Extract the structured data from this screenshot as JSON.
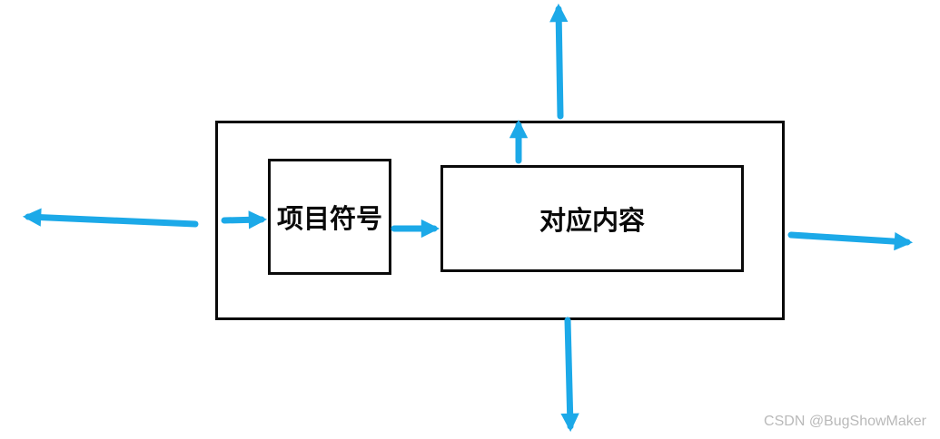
{
  "diagram": {
    "boxes": {
      "bullet": {
        "label": "项目符号"
      },
      "content": {
        "label": "对应内容"
      }
    },
    "arrows": [
      {
        "name": "arrow-left-outward",
        "direction": "left"
      },
      {
        "name": "arrow-into-bullet",
        "direction": "right"
      },
      {
        "name": "arrow-bullet-to-content",
        "direction": "right"
      },
      {
        "name": "arrow-up-inner",
        "direction": "up"
      },
      {
        "name": "arrow-up-outward",
        "direction": "up"
      },
      {
        "name": "arrow-right-outward",
        "direction": "right"
      },
      {
        "name": "arrow-down-outward",
        "direction": "down"
      }
    ],
    "colors": {
      "arrow": "#1CA9E8",
      "box_border": "#0A0A0A",
      "label_text": "#0A0A0A"
    }
  },
  "watermark": {
    "text": "CSDN @BugShowMaker",
    "color": "#B9B9B9"
  }
}
